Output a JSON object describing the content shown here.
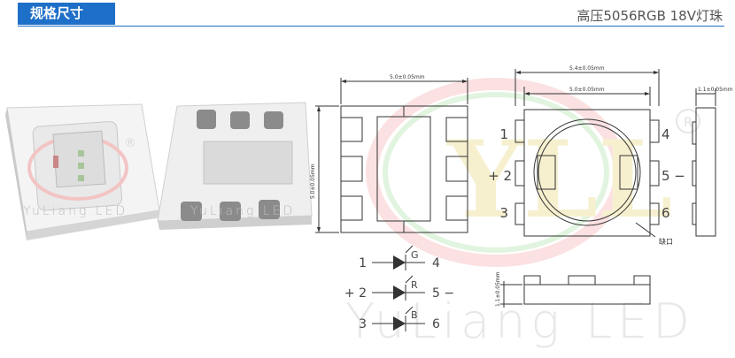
{
  "header": {
    "section_label": "规格尺寸",
    "product_title": "高压5056RGB 18V灯珠"
  },
  "watermark": {
    "brand": "YuLiang LED",
    "logo_text": "YLL",
    "registered": "®"
  },
  "photo_watermark": {
    "brand": "YuLiang LED"
  },
  "drawing": {
    "top_view": {
      "width_dim": "5.0±0.05mm",
      "height_dim": "5.0±0.05mm"
    },
    "front_view": {
      "outer_width_dim": "5.4±0.05mm",
      "inner_width_dim": "5.0±0.05mm",
      "pins_left": [
        "1",
        "+ 2",
        "3"
      ],
      "pins_right": [
        "4",
        "5 −",
        "6"
      ],
      "mark_label": "缺口"
    },
    "side_view": {
      "thickness_dim": "1.1±0.05mm"
    },
    "bottom_view": {
      "height_dim": "1.1±0.05mm"
    }
  },
  "schematic": {
    "rows": [
      {
        "left": "1",
        "color": "G",
        "right": "4"
      },
      {
        "left": "+ 2",
        "color": "R",
        "right": "5 −"
      },
      {
        "left": "3",
        "color": "B",
        "right": "6"
      }
    ]
  }
}
